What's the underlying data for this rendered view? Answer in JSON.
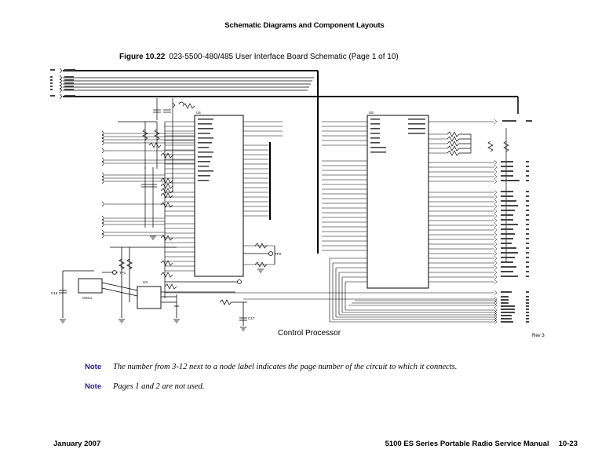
{
  "page": {
    "header": "Schematic Diagrams and Component Layouts",
    "figure": {
      "number": "Figure 10.22",
      "title": "023-5500-480/485 User Interface Board Schematic (Page 1 of 10)"
    },
    "schematic": {
      "caption": "Control Processor",
      "revision": "Rev 3",
      "components": {
        "u_left": "U4",
        "u_right": "U5",
        "osc": "OSC1",
        "reset_ic": "U3",
        "tp1": "TP1",
        "tp2": "TP2",
        "c_left": "C16",
        "c_right": "C17"
      }
    },
    "notes": [
      {
        "label": "Note",
        "text": "The number from 3-12 next to a node label indicates the page number of the circuit to which it connects."
      },
      {
        "label": "Note",
        "text": "Pages 1 and 2 are not used."
      }
    ],
    "footer": {
      "date": "January 2007",
      "manual": "5100 ES Series Portable Radio Service Manual",
      "page_number": "10-23"
    }
  }
}
